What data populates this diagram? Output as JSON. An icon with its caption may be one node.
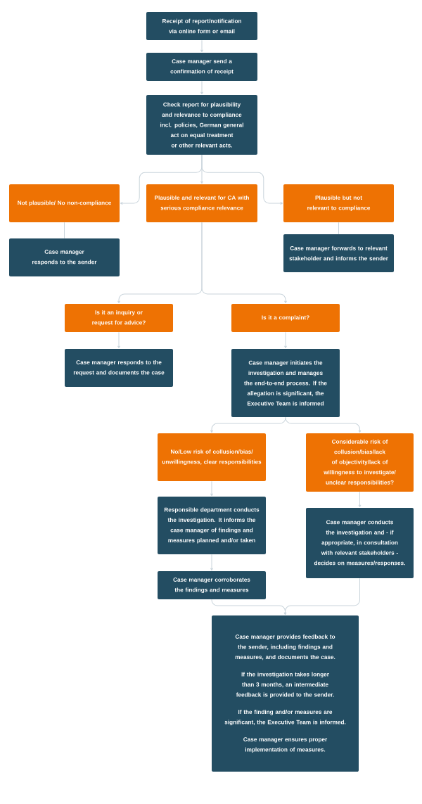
{
  "diagram": {
    "nodes": [
      {
        "text": [
          "Receipt of report/notification via online form or email"
        ]
      },
      {
        "text": [
          "Case manager send a confirmation of receipt"
        ]
      },
      {
        "text": [
          "Check report for plausibility and relevance to compliance incl. policies, German general act on equal treatment or other relevant acts."
        ]
      },
      {
        "text": [
          "Not plausible/ No non-compliance"
        ]
      },
      {
        "text": [
          "Plausible and relevant for CA with serious compliance relevance"
        ]
      },
      {
        "text": [
          "Plausible but not relevant to compliance"
        ]
      },
      {
        "text": [
          "Case manager responds to the sender"
        ]
      },
      {
        "text": [
          "Case manager forwards to relevant stakeholder and informs the sender"
        ]
      },
      {
        "text": [
          "Is it an inquiry or request for advice?"
        ]
      },
      {
        "text": [
          "Is it a complaint?"
        ]
      },
      {
        "text": [
          "Case manager responds to the request and documents the case"
        ]
      },
      {
        "text": [
          "Case manager initiates the investigation and manages the end-to-end process. If the allegation is significant, the Executive Team is informed"
        ]
      },
      {
        "text": [
          "No/Low risk of collusion/bias/ unwillingness, clear responsibilities"
        ]
      },
      {
        "text": [
          "Considerable risk of collusion/bias/lack of objectivity/lack of willingness to investigate/ unclear responsibilities?"
        ]
      },
      {
        "text": [
          "Responsible department conducts the investigation. It informs the case manager of findings and measures planned and/or taken"
        ]
      },
      {
        "text": [
          "Case manager conducts the investigation and - if appropriate, in consultation with relevant stakeholders - decides on measures/responses."
        ]
      },
      {
        "text": [
          "Case manager corroborates the findings and measures"
        ]
      },
      {
        "text": [
          "Case manager provides feedback to the sender, including findings and measures, and documents the case.",
          "If the investigation takes longer than 3 months, an intermediate feedback is provided to the sender.",
          "If the finding and/or measures are significant, the Executive Team is informed.",
          "Case manager ensures proper implementation of measures."
        ]
      }
    ],
    "edges": [
      {
        "from": 0,
        "to": 1,
        "arrow": "to"
      },
      {
        "from": 1,
        "to": 2,
        "arrow": "to"
      },
      {
        "from": 2,
        "to": 3,
        "arrow": "to"
      },
      {
        "from": 2,
        "to": 4,
        "arrow": "to"
      },
      {
        "from": 2,
        "to": 5,
        "arrow": "to"
      },
      {
        "from": 3,
        "to": 6,
        "arrow": "none"
      },
      {
        "from": 5,
        "to": 7,
        "arrow": "none"
      },
      {
        "from": 4,
        "to": 8,
        "arrow": "to"
      },
      {
        "from": 4,
        "to": 9,
        "arrow": "to"
      },
      {
        "from": 8,
        "to": 10,
        "arrow": "to"
      },
      {
        "from": 9,
        "to": 11,
        "arrow": "to"
      },
      {
        "from": 11,
        "to": 12,
        "arrow": "to"
      },
      {
        "from": 11,
        "to": 13,
        "arrow": "to"
      },
      {
        "from": 12,
        "to": 14,
        "arrow": "to"
      },
      {
        "from": 13,
        "to": 15,
        "arrow": "to"
      },
      {
        "from": 14,
        "to": 16,
        "arrow": "to"
      },
      {
        "from": 16,
        "to": 17,
        "arrow": "to"
      },
      {
        "from": 15,
        "to": 17,
        "arrow": "to"
      }
    ]
  }
}
